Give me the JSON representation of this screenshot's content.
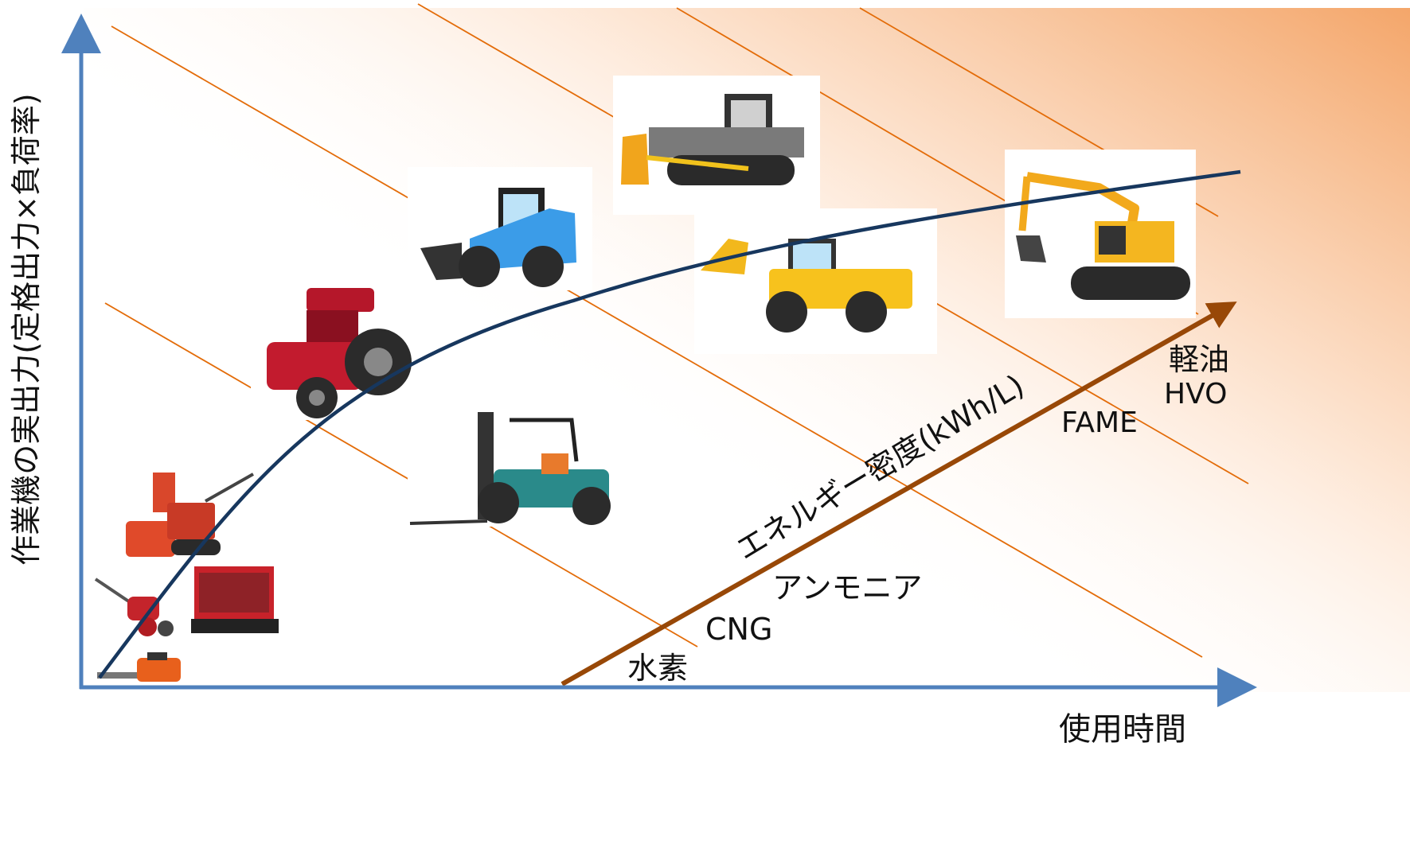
{
  "axes": {
    "y_label": "作業機の実出力(定格出力×負荷率)",
    "x_label": "使用時間"
  },
  "energy_arrow": {
    "label": "エネルギー密度(kWh/L)"
  },
  "fuels": [
    "水素",
    "CNG",
    "アンモニア",
    "FAME",
    "HVO",
    "軽油"
  ],
  "machines": [
    {
      "name": "chainsaw"
    },
    {
      "name": "cultivator"
    },
    {
      "name": "generator"
    },
    {
      "name": "snow-blower"
    },
    {
      "name": "tractor"
    },
    {
      "name": "forklift"
    },
    {
      "name": "skid-steer-loader"
    },
    {
      "name": "bulldozer"
    },
    {
      "name": "wheel-loader"
    },
    {
      "name": "excavator"
    }
  ],
  "colors": {
    "axis": "#4f81bd",
    "curve": "#17375e",
    "iso_lines": "#e36c09",
    "energy_arrow": "#984807",
    "gradient_light": "#ffffff",
    "gradient_dark": "#f4a460"
  }
}
